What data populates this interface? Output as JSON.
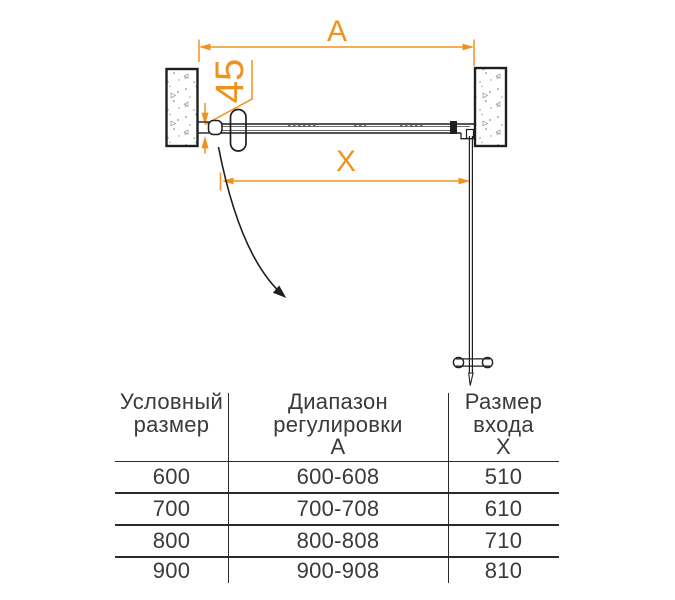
{
  "colors": {
    "accent": "#F0931E",
    "line": "#1F1F1F",
    "text": "#3A3A3A"
  },
  "diagram": {
    "dim_width_label": "A",
    "dim_depth_label": "45",
    "dim_entry_label": "X"
  },
  "table": {
    "headers": [
      {
        "lines": [
          "Условный",
          "размер"
        ]
      },
      {
        "lines": [
          "Диапазон",
          "регулировки",
          "А"
        ]
      },
      {
        "lines": [
          "Размер",
          "входа",
          "Х"
        ]
      }
    ],
    "rows": [
      {
        "nominal_size": "600",
        "adjustment_range_a": "600-608",
        "entry_size_x": "510"
      },
      {
        "nominal_size": "700",
        "adjustment_range_a": "700-708",
        "entry_size_x": "610"
      },
      {
        "nominal_size": "800",
        "adjustment_range_a": "800-808",
        "entry_size_x": "710"
      },
      {
        "nominal_size": "900",
        "adjustment_range_a": "900-908",
        "entry_size_x": "810"
      }
    ]
  }
}
